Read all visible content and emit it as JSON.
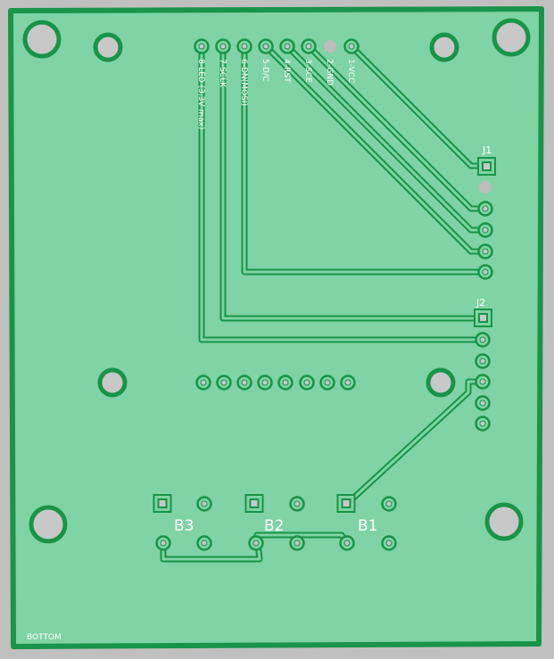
{
  "colors": {
    "background": "#c0c0c0",
    "board": "#7fd3a4",
    "copper": "#199448",
    "hole": "#c8c8c8",
    "silk": "#ffffff",
    "gray_pad": "#bcbcbc"
  },
  "header_pins": [
    {
      "label": "8-LED (3.3V max)"
    },
    {
      "label": "7-SCLK"
    },
    {
      "label": "6-DN(MOSI)"
    },
    {
      "label": "5-D/C"
    },
    {
      "label": "4-RST"
    },
    {
      "label": "3-SCE"
    },
    {
      "label": "2-GND"
    },
    {
      "label": "1-VCC"
    }
  ],
  "connectors": [
    {
      "ref": "J1"
    },
    {
      "ref": "J2"
    }
  ],
  "buttons": [
    {
      "ref": "B3"
    },
    {
      "ref": "B2"
    },
    {
      "ref": "B1"
    }
  ],
  "layer_label": "BOTTOM"
}
